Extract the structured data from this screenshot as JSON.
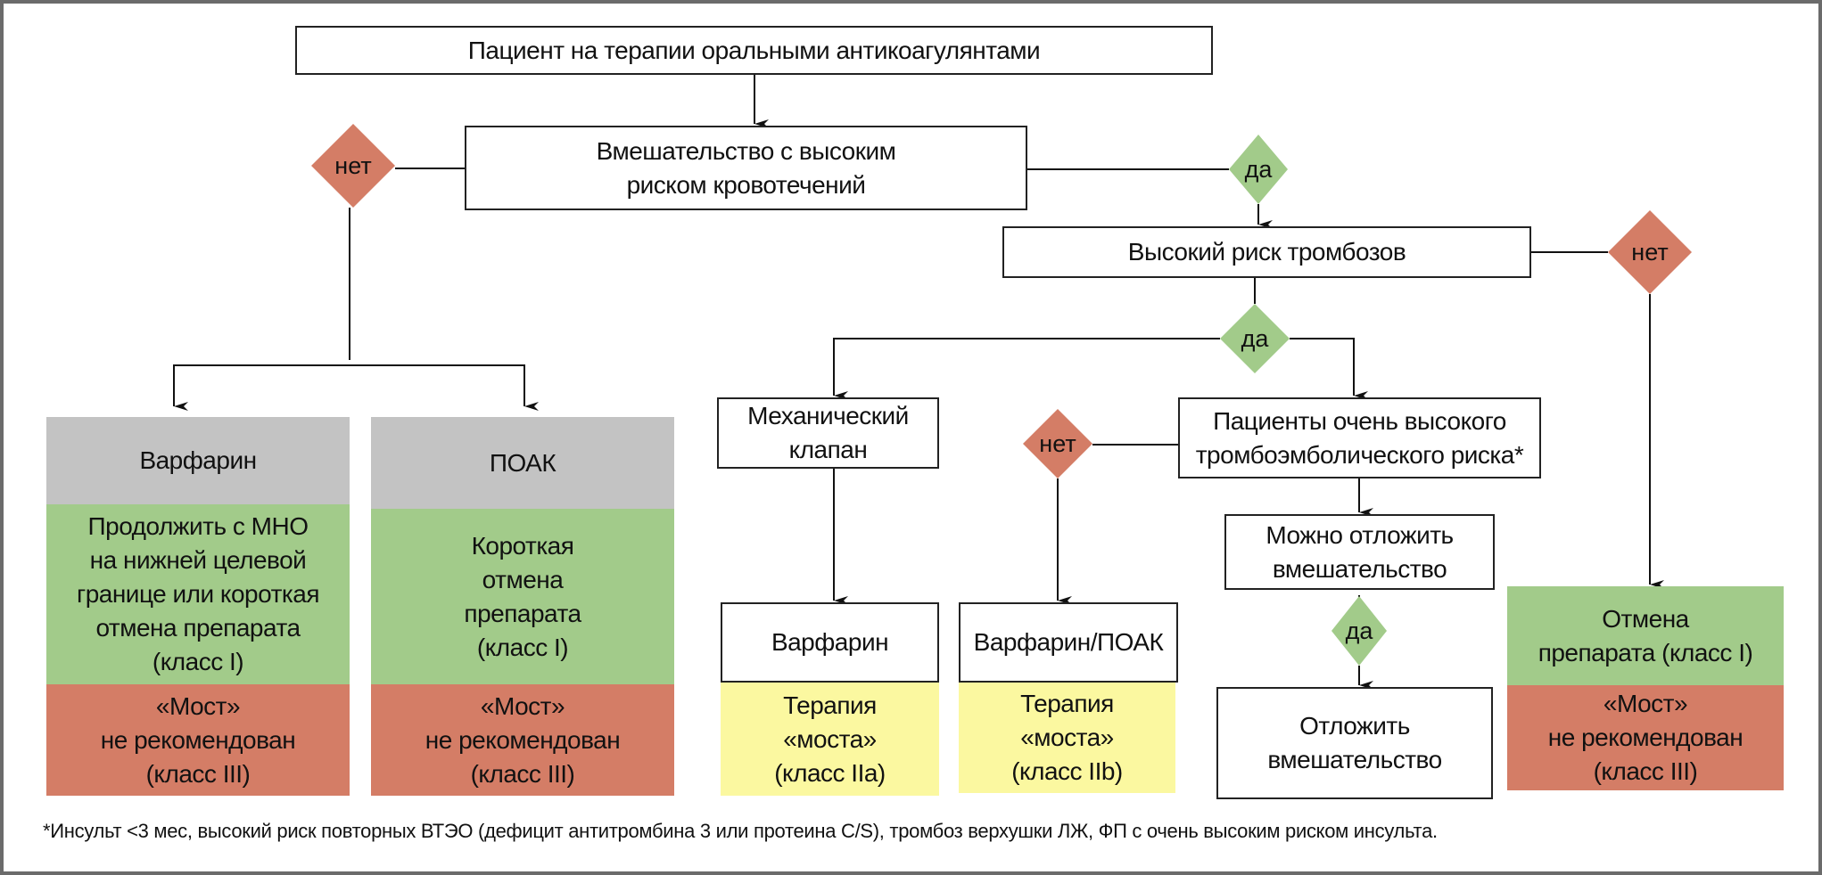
{
  "colors": {
    "yes": "#a2cb8a",
    "no": "#d47d66",
    "header_gray": "#c3c3c3",
    "bridge_yellow": "#fbf8a0",
    "line": "#111111"
  },
  "nodes": {
    "start": "Пациент на терапии оральными антикоагулянтами",
    "high_bleeding_risk": "Вмешательство с высоким\nриском кровотечений",
    "high_thrombosis_risk": "Высокий риск тромбозов",
    "mechanical_valve": "Механический\nклапан",
    "very_high_risk": "Пациенты очень высокого\nтромбоэмболического риска*",
    "can_postpone": "Можно отложить\nвмешательство",
    "postpone": "Отложить\nвмешательство"
  },
  "decisions": {
    "bleeding_no": "нет",
    "bleeding_yes": "да",
    "thrombosis_no": "нет",
    "thrombosis_yes": "да",
    "very_high_no": "нет",
    "postpone_yes": "да"
  },
  "outcomes": {
    "warfarin_low": {
      "header": "Варфарин",
      "recommendation": "Продолжить с МНО\nна нижней целевой\nгранице или короткая\nотмена препарата\n(класс I)",
      "bridge": "«Мост»\nне рекомендован\n(класс III)"
    },
    "doac_low": {
      "header": "ПОАК",
      "recommendation": "Короткая\nотмена\nпрепарата\n(класс I)",
      "bridge": "«Мост»\nне рекомендован\n(класс III)"
    },
    "warfarin_valve": {
      "header": "Варфарин",
      "bridge": "Терапия\n«моста»\n(класс IIa)"
    },
    "warfarin_doac": {
      "header": "Варфарин/ПОАК",
      "bridge": "Терапия\n«моста»\n(класс IIb)"
    },
    "stop_drug": {
      "recommendation": "Отмена\nпрепарата (класс I)",
      "bridge": "«Мост»\nне рекомендован\n(класс III)"
    }
  },
  "footnote": "*Инсульт <3 мес, высокий риск повторных ВТЭО (дефицит антитромбина 3 или протеина C/S), тромбоз верхушки ЛЖ, ФП с очень высоким риском инсульта."
}
